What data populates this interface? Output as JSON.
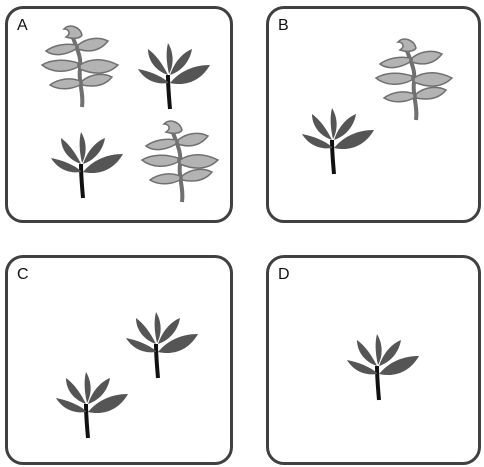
{
  "panels": [
    {
      "label": "A",
      "plants": [
        "light-weed",
        "dark-crop",
        "dark-crop",
        "light-weed"
      ]
    },
    {
      "label": "B",
      "plants": [
        "light-weed",
        "dark-crop"
      ]
    },
    {
      "label": "C",
      "plants": [
        "dark-crop",
        "dark-crop"
      ]
    },
    {
      "label": "D",
      "plants": [
        "dark-crop"
      ]
    }
  ],
  "colors": {
    "crop_fill": "#555555",
    "weed_fill": "#b3b3b3",
    "weed_outline": "#707070",
    "stem": "#111111",
    "border": "#404040"
  }
}
